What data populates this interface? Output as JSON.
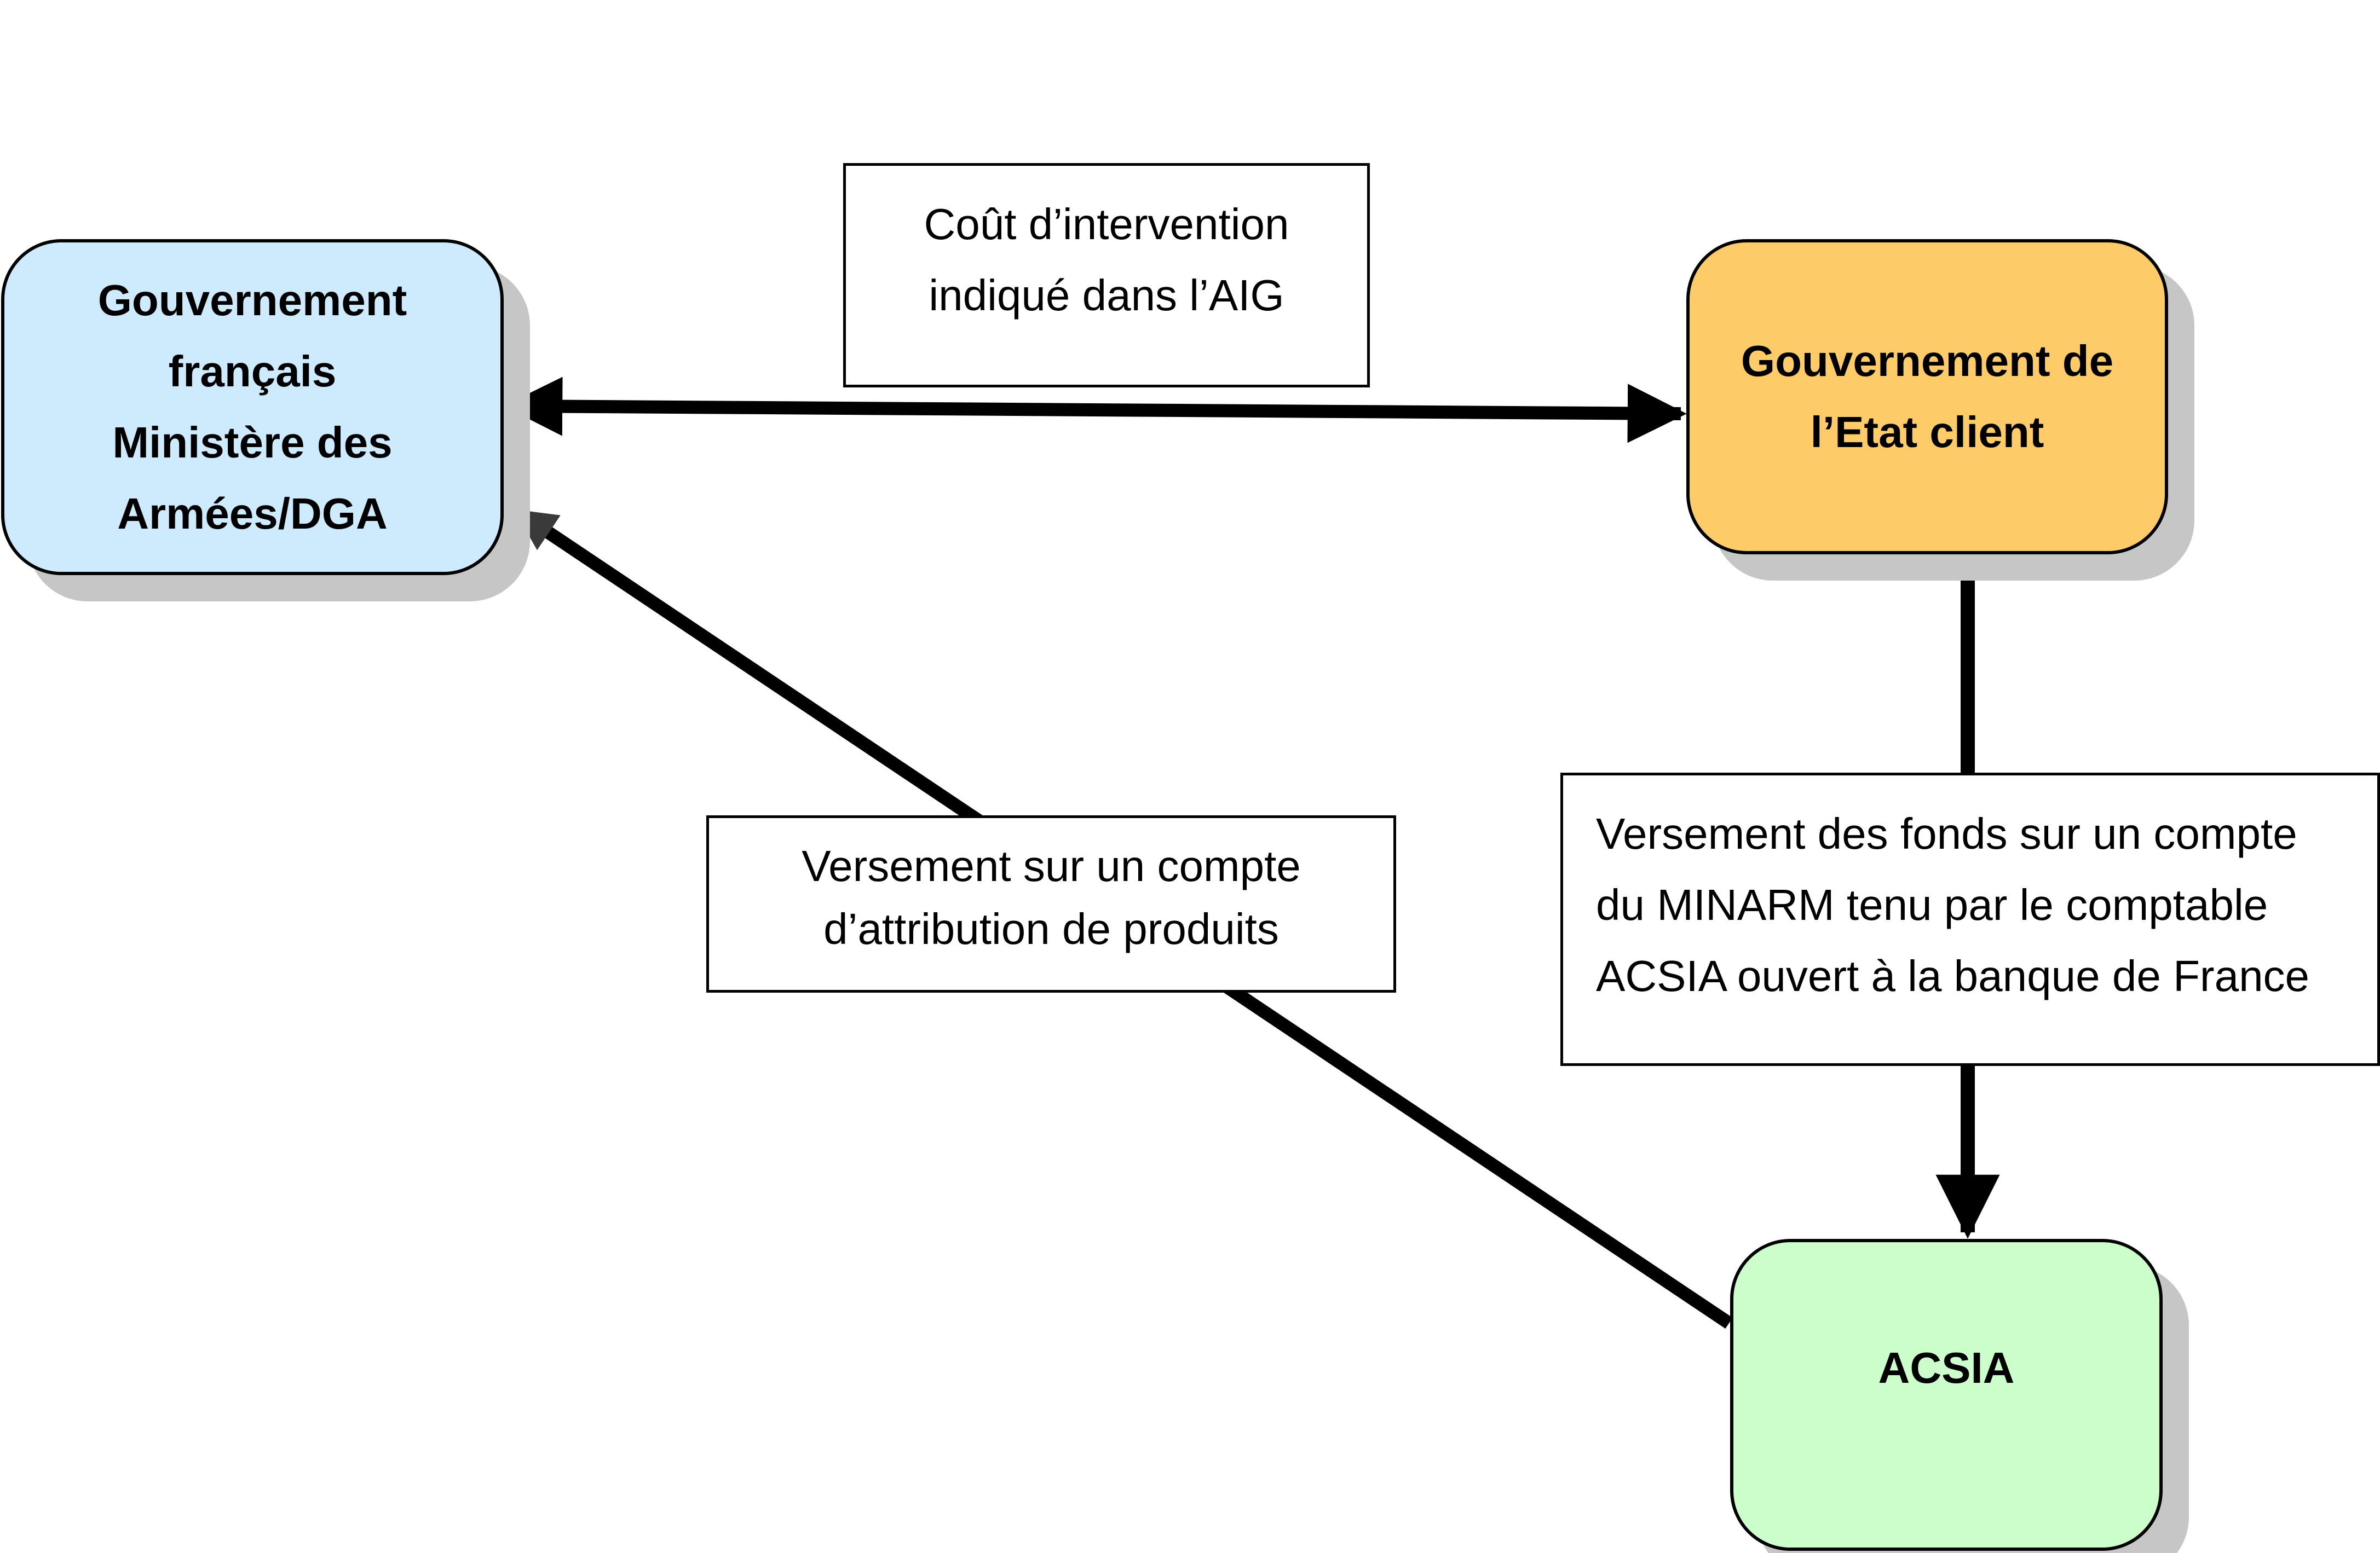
{
  "nodes": {
    "fr_gov": {
      "label": "Gouvernement\nfrançais\nMinistère des\nArmées/DGA",
      "color": "#cdebfd"
    },
    "client_gov": {
      "label": "Gouvernement de\nl’Etat client",
      "color": "#fecb69"
    },
    "acsia": {
      "label": "ACSIA",
      "color": "#ccfecc"
    }
  },
  "edge_labels": {
    "cost": "Coût d’intervention\nindiqué dans l’AIG",
    "attribution": "Versement sur un compte\nd’attribution de produits",
    "funds": "Versement des fonds sur un compte\ndu MINARM tenu par le comptable\nACSIA ouvert à la banque de France"
  },
  "colors": {
    "stroke": "#000000",
    "shadow": "#c6c6c6"
  }
}
